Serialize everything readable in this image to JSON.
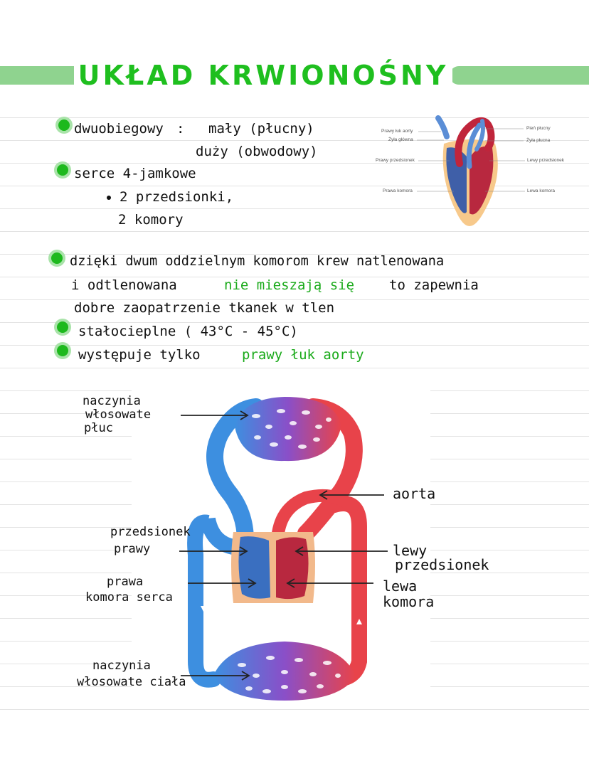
{
  "title": "UKŁAD KRWIONOŚNY",
  "accent_green": "#1fbf1f",
  "bullets": {
    "b1_line1_a": "dwuobiegowy",
    "b1_line1_b": "mały (płucny)",
    "b1_line2": "duży (obwodowy)",
    "b2_line1": "serce 4-jamkowe",
    "b2_sub1": "2 przedsionki,",
    "b2_sub2": "2 komory",
    "b3_line1": "dzięki dwum oddzielnym komorom krew natlenowana",
    "b3_line2_a": "i odtlenowana",
    "b3_line2_green": "nie mieszają się",
    "b3_line2_b": "to zapewnia",
    "b3_line3": "dobre zaopatrzenie tkanek w tlen",
    "b4_line1": "stałocieplne ( 43°C - 45°C)",
    "b5_line1_a": "występuje tylko",
    "b5_line1_green": "prawy łuk aorty"
  },
  "heart_diagram": {
    "prawy_luk_aorty": "Prawy łuk aorty",
    "zyla_glowna": "Żyła główna",
    "prawy_przedsionek": "Prawy przedsionek",
    "prawa_komora": "Prawa komora",
    "pien_plucny": "Pień płucny",
    "zyla_plucna": "Żyła płucna",
    "lewy_przedsionek": "Lewy przedsionek",
    "lewa_komora": "Lewa komora"
  },
  "circulation_diagram": {
    "naczynia_pluc_1": "naczynia",
    "naczynia_pluc_2": "włosowate",
    "naczynia_pluc_3": "płuc",
    "aorta": "aorta",
    "przedsionek_prawy_1": "przedsionek",
    "przedsionek_prawy_2": "prawy",
    "lewy_przedsionek_1": "lewy",
    "lewy_przedsionek_2": "przedsionek",
    "prawa_komora_1": "prawa",
    "prawa_komora_2": "komora serca",
    "lewa_komora_1": "lewa",
    "lewa_komora_2": "komora",
    "naczynia_ciala_1": "naczynia",
    "naczynia_ciala_2": "włosowate ciała"
  }
}
